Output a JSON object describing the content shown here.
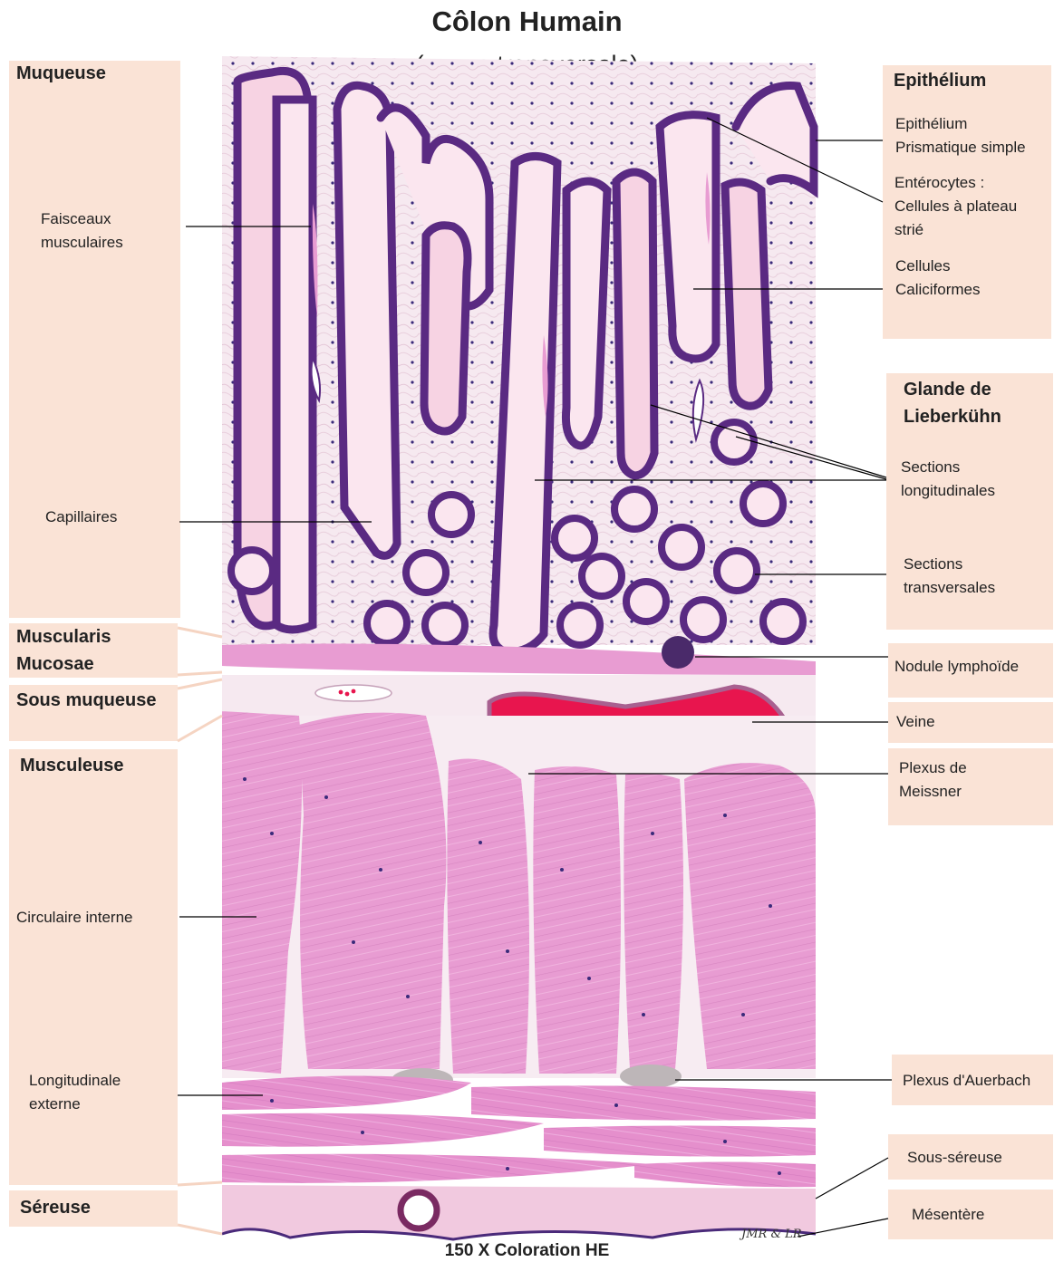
{
  "title": "Côlon Humain",
  "subtitle": "(coupe transversale)",
  "footer": "150 X Coloration HE",
  "signature": "JMR & LR",
  "left_labels": {
    "muqueuse": "Muqueuse",
    "faisceaux": [
      "Faisceaux",
      "musculaires"
    ],
    "capillaires": "Capillaires",
    "muscularis": [
      "Muscularis",
      "Mucosae"
    ],
    "sous_muqueuse": "Sous muqueuse",
    "musculeuse": "Musculeuse",
    "circulaire": "Circulaire interne",
    "longitudinale": [
      "Longitudinale",
      "externe"
    ],
    "sereuse": "Séreuse"
  },
  "right_labels": {
    "epithelium": "Epithélium",
    "epi_prismatique": [
      "Epithélium",
      "Prismatique simple"
    ],
    "enterocytes": [
      "Entérocytes :",
      "Cellules à plateau",
      "strié"
    ],
    "caliciformes": [
      "Cellules",
      "Caliciformes"
    ],
    "glande": [
      "Glande de",
      "Lieberkühn"
    ],
    "sections_long": [
      "Sections",
      "longitudinales"
    ],
    "sections_trans": [
      "Sections",
      "transversales"
    ],
    "nodule": "Nodule lymphoïde",
    "veine": "Veine",
    "meissner": [
      "Plexus de",
      "Meissner"
    ],
    "auerbach": "Plexus d'Auerbach",
    "sous_sereuse": "Sous-séreuse",
    "mesentere": "Mésentère"
  },
  "colors": {
    "label_box": "#fae3d6",
    "mucosa_bg": "#f4e6ee",
    "crypt_outline": "#5a2a82",
    "muscle": "#e59ad0",
    "muscle_dark": "#d57cc0",
    "vein": "#e8154e",
    "plexus": "#bdb6b8"
  }
}
